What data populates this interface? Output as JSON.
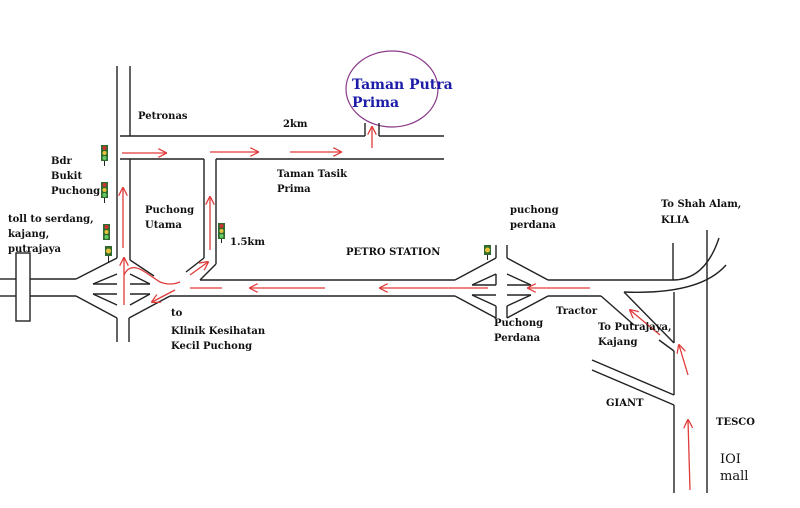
{
  "map": {
    "destination": {
      "line1": "Taman Putra",
      "line2": "Prima"
    },
    "labels": {
      "petronas": "Petronas",
      "two_km": "2km",
      "taman_tasik_prima": [
        "Taman Tasik",
        "Prima"
      ],
      "bdr_bukit_puchong": [
        "Bdr",
        "Bukit",
        "Puchong"
      ],
      "toll": [
        "toll to serdang,",
        "kajang,",
        "putrajaya"
      ],
      "puchong_utama": [
        "Puchong",
        "Utama"
      ],
      "one_five_km": "1.5km",
      "petro_station": "PETRO STATION",
      "puchong_perdana_top": [
        "puchong",
        "perdana"
      ],
      "puchong_perdana_bottom": [
        "Puchong",
        "Perdana"
      ],
      "klinik": [
        "to",
        "Klinik Kesihatan",
        "Kecil Puchong"
      ],
      "tractor": "Tractor",
      "to_putrajaya": [
        "To Putrajaya,",
        "Kajang"
      ],
      "to_shah_alam": [
        "To Shah Alam,",
        "KLIA"
      ],
      "giant": "GIANT",
      "tesco": "TESCO",
      "ioi_mall": [
        "IOI",
        "mall"
      ]
    },
    "colors": {
      "road": "#222222",
      "route_arrow": "#e03b3b",
      "destination_text": "#1c1ca8",
      "destination_ring": "#8a3a8a",
      "traffic_light_body": "#2f6b2f"
    },
    "traffic_lights": 6
  }
}
